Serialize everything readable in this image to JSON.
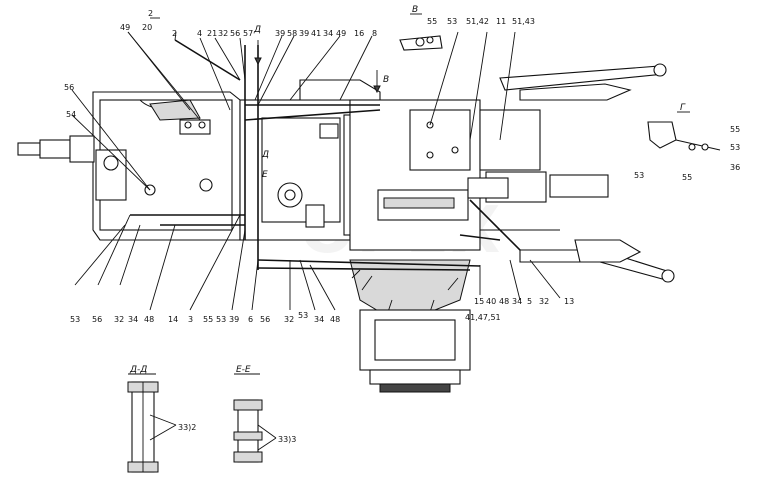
{
  "watermark": "OPEX",
  "section_titles": {
    "dd": "Д-Д",
    "ee": "Е-Е",
    "view_b": "В",
    "view_g": "Г",
    "marker_d_top": "Д",
    "marker_d_mid": "Д",
    "marker_e_mid": "Е",
    "marker_b_arrow": "В",
    "fraction_num": "2",
    "fraction_den": "20"
  },
  "labels": {
    "l_49": "49",
    "l_2": "2",
    "l_4": "4",
    "l_21": "21",
    "l_32": "32",
    "l_56t": "56",
    "l_57": "57",
    "l_39t": "39",
    "l_58": "58",
    "l_39t2": "39",
    "l_41": "41",
    "l_34t": "34",
    "l_49t": "49",
    "l_16": "16",
    "l_8": "8",
    "l_55b": "55",
    "l_53b": "53",
    "l_5142": "51,42",
    "l_11": "11",
    "l_5143": "51,43",
    "l_56l": "56",
    "l_54": "54",
    "l_55g": "55",
    "l_53g": "53",
    "l_36g": "36",
    "l_53gl": "53",
    "l_55gb": "55",
    "b_53": "53",
    "b_56": "56",
    "b_32": "32",
    "b_34": "34",
    "b_48": "48",
    "b_14": "14",
    "b_3": "3",
    "b_55": "55",
    "b_53b": "53",
    "b_39": "39",
    "b_6": "6",
    "b_56b": "56",
    "b_32b": "32",
    "b_53c": "53",
    "b_34b": "34",
    "b_48b": "48",
    "b_15": "15",
    "b_40": "40",
    "b_48c": "48",
    "b_34c": "34",
    "b_5": "5",
    "b_32c": "32",
    "b_13": "13",
    "b_414751": "41,47,51",
    "sec_dd_ref": "33)2",
    "sec_ee_ref": "33)3"
  }
}
